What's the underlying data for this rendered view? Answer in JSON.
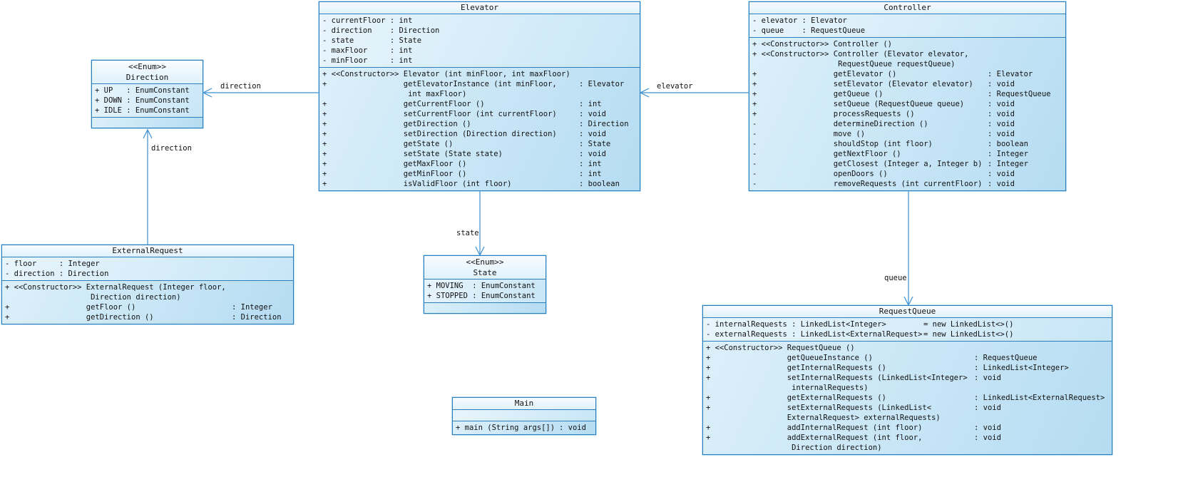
{
  "diagram": {
    "classes": {
      "direction": {
        "stereotype": "<<Enum>>",
        "name": "Direction",
        "attributes": [
          {
            "left": "+ UP   : EnumConstant"
          },
          {
            "left": "+ DOWN : EnumConstant"
          },
          {
            "left": "+ IDLE : EnumConstant"
          }
        ],
        "methods": []
      },
      "elevator": {
        "name": "Elevator",
        "attributes": [
          {
            "left": "- currentFloor : int"
          },
          {
            "left": "- direction    : Direction"
          },
          {
            "left": "- state        : State"
          },
          {
            "left": "- maxFloor     : int"
          },
          {
            "left": "- minFloor     : int"
          }
        ],
        "methods": [
          {
            "left": "+ <<Constructor>> Elevator (int minFloor, int maxFloor)"
          },
          {
            "left": "+                 getElevatorInstance (int minFloor,",
            "ret": ": Elevator"
          },
          {
            "left": "                   int maxFloor)"
          },
          {
            "left": "+                 getCurrentFloor ()",
            "ret": ": int"
          },
          {
            "left": "+                 setCurrentFloor (int currentFloor)",
            "ret": ": void"
          },
          {
            "left": "+                 getDirection ()",
            "ret": ": Direction"
          },
          {
            "left": "+                 setDirection (Direction direction)",
            "ret": ": void"
          },
          {
            "left": "+                 getState ()",
            "ret": ": State"
          },
          {
            "left": "+                 setState (State state)",
            "ret": ": void"
          },
          {
            "left": "+                 getMaxFloor ()",
            "ret": ": int"
          },
          {
            "left": "+                 getMinFloor ()",
            "ret": ": int"
          },
          {
            "left": "+                 isValidFloor (int floor)",
            "ret": ": boolean"
          }
        ]
      },
      "controller": {
        "name": "Controller",
        "attributes": [
          {
            "left": "- elevator : Elevator"
          },
          {
            "left": "- queue    : RequestQueue"
          }
        ],
        "methods": [
          {
            "left": "+ <<Constructor>> Controller ()"
          },
          {
            "left": "+ <<Constructor>> Controller (Elevator elevator,"
          },
          {
            "left": "                   RequestQueue requestQueue)"
          },
          {
            "left": "+                 getElevator ()",
            "ret": ": Elevator"
          },
          {
            "left": "+                 setElevator (Elevator elevator)",
            "ret": ": void"
          },
          {
            "left": "+                 getQueue ()",
            "ret": ": RequestQueue"
          },
          {
            "left": "+                 setQueue (RequestQueue queue)",
            "ret": ": void"
          },
          {
            "left": "+                 processRequests ()",
            "ret": ": void"
          },
          {
            "left": "-                 determineDirection ()",
            "ret": ": void"
          },
          {
            "left": "-                 move ()",
            "ret": ": void"
          },
          {
            "left": "-                 shouldStop (int floor)",
            "ret": ": boolean"
          },
          {
            "left": "-                 getNextFloor ()",
            "ret": ": Integer"
          },
          {
            "left": "-                 getClosest (Integer a, Integer b)",
            "ret": ": Integer"
          },
          {
            "left": "-                 openDoors ()",
            "ret": ": void"
          },
          {
            "left": "-                 removeRequests (int currentFloor)",
            "ret": ": void"
          }
        ]
      },
      "external_request": {
        "name": "ExternalRequest",
        "attributes": [
          {
            "left": "- floor     : Integer"
          },
          {
            "left": "- direction : Direction"
          }
        ],
        "methods": [
          {
            "left": "+ <<Constructor>> ExternalRequest (Integer floor,"
          },
          {
            "left": "                   Direction direction)"
          },
          {
            "left": "+                 getFloor ()",
            "ret": ": Integer"
          },
          {
            "left": "+                 getDirection ()",
            "ret": ": Direction"
          }
        ]
      },
      "state": {
        "stereotype": "<<Enum>>",
        "name": "State",
        "attributes": [
          {
            "left": "+ MOVING  : EnumConstant"
          },
          {
            "left": "+ STOPPED : EnumConstant"
          }
        ],
        "methods": []
      },
      "main": {
        "name": "Main",
        "attributes": [],
        "methods": [
          {
            "left": "+ main (String args[])",
            "ret": ": void"
          }
        ]
      },
      "request_queue": {
        "name": "RequestQueue",
        "attributes": [
          {
            "left": "- internalRequests : LinkedList<Integer>",
            "ret": "= new LinkedList<>()"
          },
          {
            "left": "- externalRequests : LinkedList<ExternalRequest>",
            "ret": "= new LinkedList<>()"
          }
        ],
        "methods": [
          {
            "left": "+ <<Constructor>> RequestQueue ()"
          },
          {
            "left": "+                 getQueueInstance ()",
            "ret": ": RequestQueue"
          },
          {
            "left": "+                 getInternalRequests ()",
            "ret": ": LinkedList<Integer>"
          },
          {
            "left": "+                 setInternalRequests (LinkedList<Integer>",
            "ret": ": void"
          },
          {
            "left": "                   internalRequests)"
          },
          {
            "left": "+                 getExternalRequests ()",
            "ret": ": LinkedList<ExternalRequest>"
          },
          {
            "left": "+                 setExternalRequests (LinkedList<",
            "ret": ": void"
          },
          {
            "left": "                  ExternalRequest> externalRequests)"
          },
          {
            "left": "+                 addInternalRequest (int floor)",
            "ret": ": void"
          },
          {
            "left": "+                 addExternalRequest (int floor,",
            "ret": ": void"
          },
          {
            "left": "                   Direction direction)"
          }
        ]
      }
    },
    "relationships": [
      {
        "label": "direction"
      },
      {
        "label": "direction"
      },
      {
        "label": "state"
      },
      {
        "label": "elevator"
      },
      {
        "label": "queue"
      }
    ]
  }
}
